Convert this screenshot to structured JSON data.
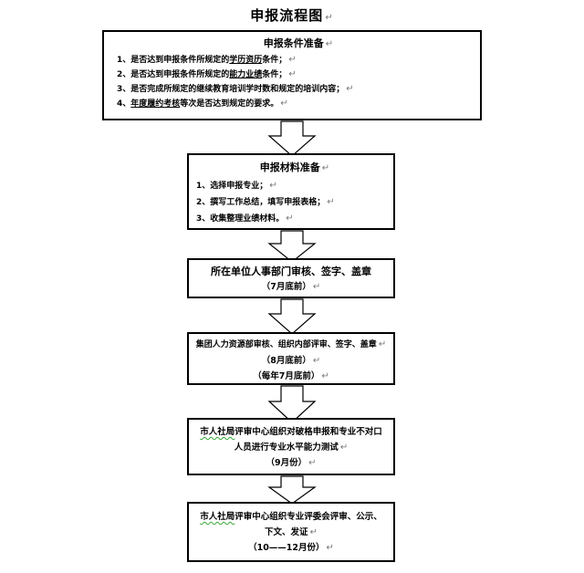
{
  "title": "申报流程图",
  "edit_mark": "↵",
  "box1": {
    "title": "申报条件准备",
    "items": [
      {
        "pre": "1、是否达到申报条件所规定的",
        "u": "学历资历",
        "post": "条件；"
      },
      {
        "pre": "2、是否达到申报条件所规定的",
        "u": "能力业绩",
        "post": "条件；"
      },
      {
        "pre": "3、是否完成所规定的继续教育培训学时数和规定的培训内容；",
        "u": "",
        "post": ""
      },
      {
        "pre": "4、",
        "u": "年度履约考核",
        "post": "等次是否达到规定的要求。"
      }
    ]
  },
  "box2": {
    "title": "申报材料准备",
    "items": [
      "1、选择申报专业；",
      "2、撰写工作总结，填写申报表格；",
      "3、收集整理业绩材料。"
    ]
  },
  "box3": {
    "line1": "所在单位人事部门审核、签字、盖章",
    "line2": "（7月底前）"
  },
  "box4": {
    "line1": "集团人力资源部审核、组织内部评审、签字、盖章",
    "line2": "（8月底前）",
    "line3": "（每年7月底前）"
  },
  "box5": {
    "line1_a": "市人社局",
    "line1_b": "评审中心组织对破格申报和专业不对口",
    "line2": "人员进行专业水平能力测试",
    "line3": "（9月份）"
  },
  "box6": {
    "line1_a": "市人社局",
    "line1_b": "评审中心组织专业评委会评审、公示、",
    "line2": "下文、发证",
    "line3": "（10——12月份）"
  }
}
